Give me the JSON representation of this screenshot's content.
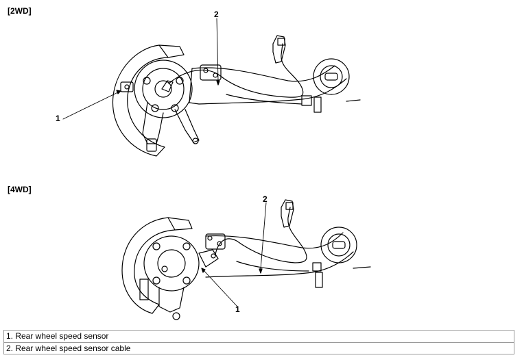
{
  "sections": [
    {
      "label": "[2WD]",
      "callouts": [
        "1",
        "2"
      ]
    },
    {
      "label": "[4WD]",
      "callouts": [
        "2",
        "1"
      ]
    }
  ],
  "legend": [
    "1. Rear wheel speed sensor",
    "2. Rear wheel speed sensor cable"
  ]
}
